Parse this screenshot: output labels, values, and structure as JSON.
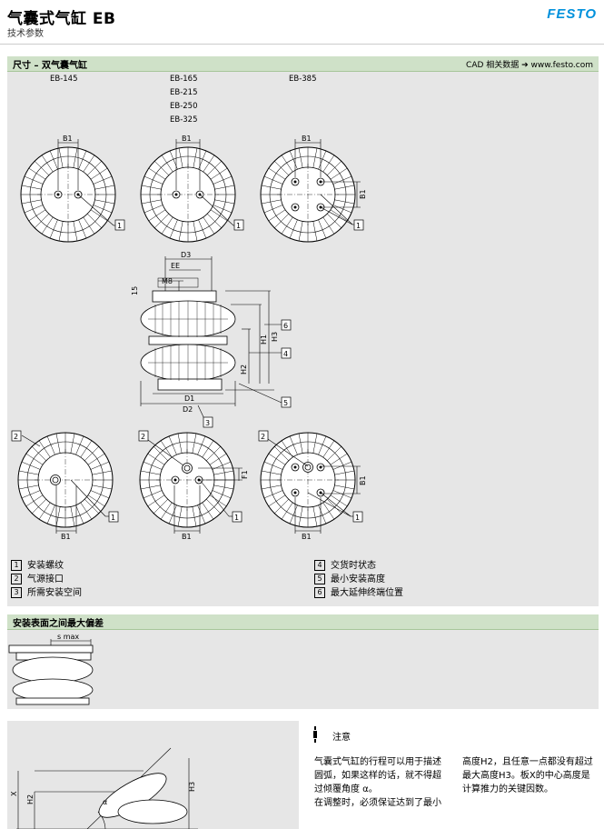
{
  "header": {
    "title": "气囊式气缸 EB",
    "subtitle": "技术参数",
    "logo": "FESTO"
  },
  "section1": {
    "title": "尺寸 – 双气囊气缸",
    "cad_link": "CAD 相关数据 ➔ www.festo.com",
    "model_col1": "EB-145",
    "model_col2": [
      "EB-165",
      "EB-215",
      "EB-250",
      "EB-325"
    ],
    "model_col3": "EB-385",
    "dim_labels": {
      "b1": "B1",
      "d1": "D1",
      "d2": "D2",
      "d3": "D3",
      "ee": "EE",
      "m8": "M8",
      "h1": "H1",
      "h2": "H2",
      "h3": "H3",
      "f1": "F1",
      "i5": "15"
    },
    "callouts": [
      "1",
      "2",
      "3",
      "4",
      "5",
      "6"
    ],
    "legend": [
      {
        "num": "1",
        "text": "安装螺纹"
      },
      {
        "num": "2",
        "text": "气源接口"
      },
      {
        "num": "3",
        "text": "所需安装空间"
      },
      {
        "num": "4",
        "text": "交货时状态"
      },
      {
        "num": "5",
        "text": "最小安装高度"
      },
      {
        "num": "6",
        "text": "最大延伸终端位置"
      }
    ]
  },
  "section2": {
    "title": "安装表面之间最大偏差",
    "label_smax": "s max"
  },
  "section3": {
    "labels": {
      "x": "X",
      "h2": "H2",
      "h3": "H3",
      "alpha": "α"
    },
    "note_title": "注意",
    "note_left": [
      "气囊式气缸的行程可以用于描述",
      "圆弧，如果这样的话，就不得超",
      "过倾覆角度 α。",
      "在调整时，必须保证达到了最小"
    ],
    "note_right": [
      "高度H2，且任意一点都没有超过",
      "最大高度H3。板X的中心高度是",
      "计算推力的关键因数。"
    ]
  }
}
